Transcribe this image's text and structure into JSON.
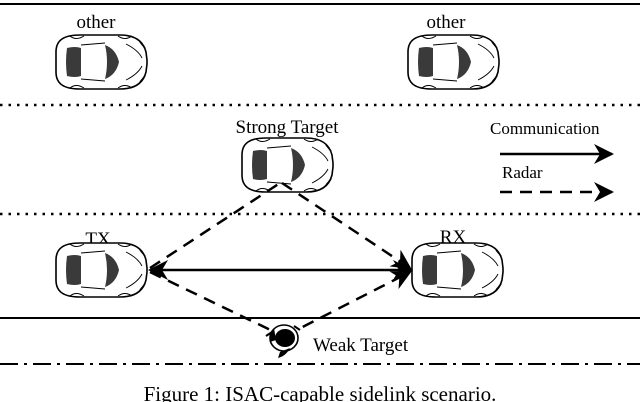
{
  "labels": {
    "other_left": "other",
    "other_right": "other",
    "strong_target": "Strong Target",
    "tx": "TX",
    "rx": "RX",
    "weak_target": "Weak Target"
  },
  "legend": {
    "communication": "Communication",
    "radar": "Radar"
  },
  "caption": "Figure 1: ISAC-capable sidelink scenario.",
  "icons": {
    "car": "sports-car-top-view-icon",
    "pedestrian": "pedestrian-top-view-icon"
  },
  "colors": {
    "line": "#000000",
    "car_body": "#ffffff",
    "car_glass": "#3a3a3a"
  }
}
